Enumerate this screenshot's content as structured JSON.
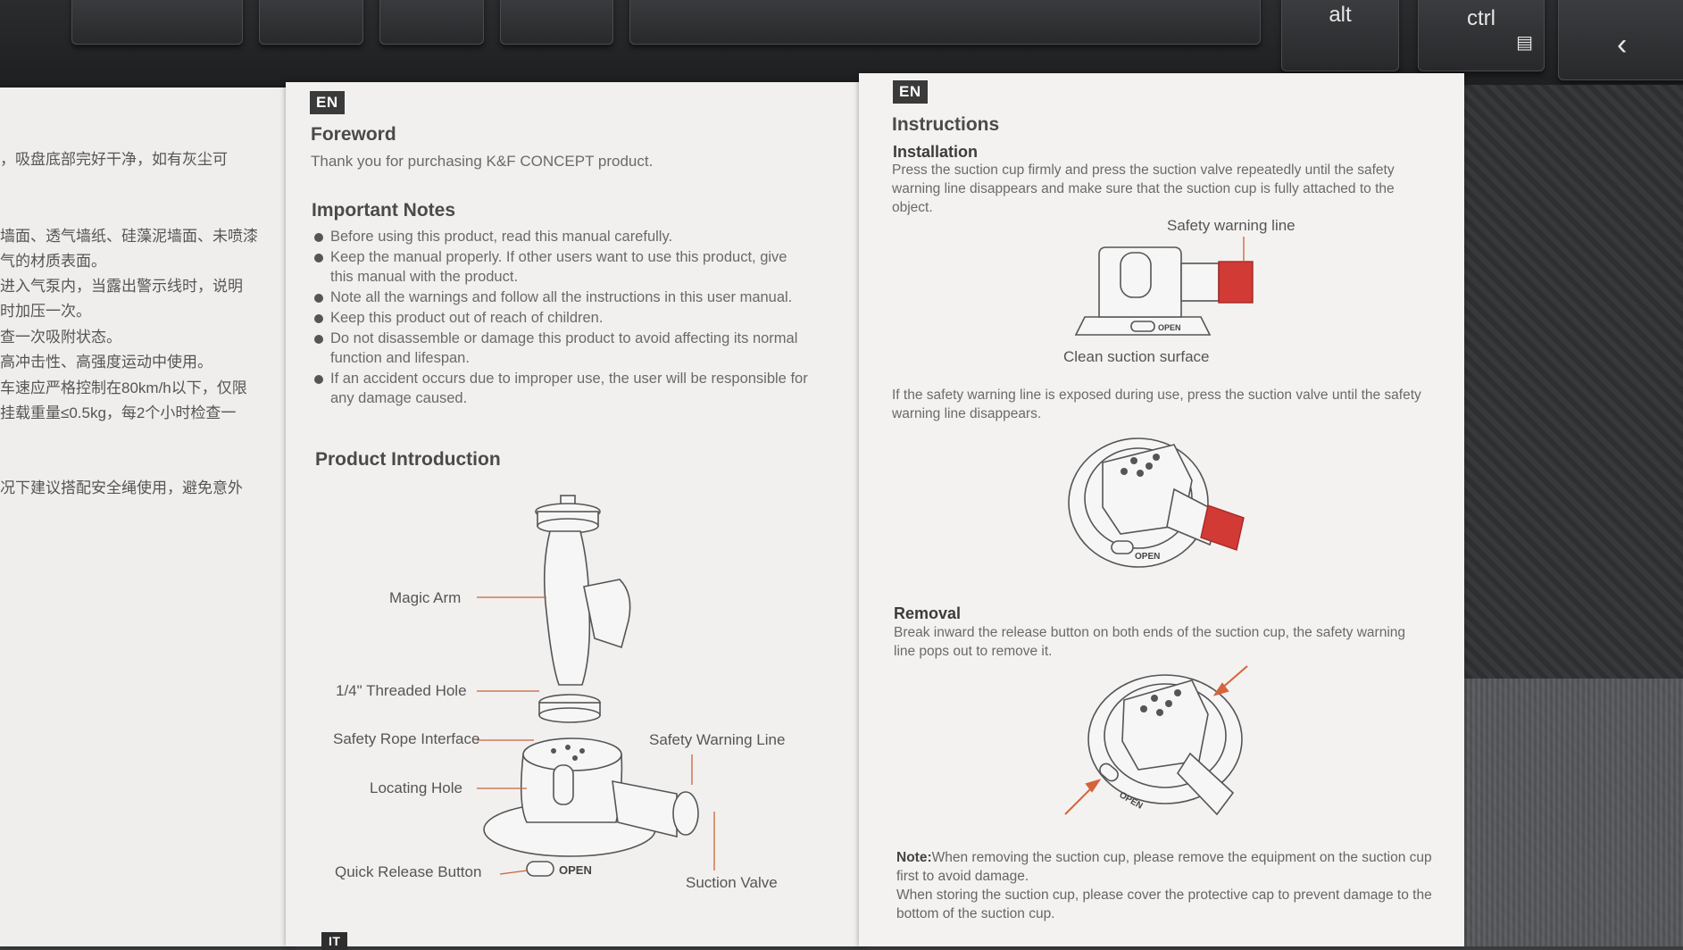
{
  "keyboard": {
    "keys": {
      "alt": "alt",
      "ctrl": "ctrl",
      "menu": "▤",
      "left": "‹"
    }
  },
  "left_panel": {
    "chinese_lines": [
      "，吸盘底部完好干净，如有灰尘可",
      "墙面、透气墙纸、硅藻泥墙面、未喷漆",
      "气的材质表面。",
      "进入气泵内，当露出警示线时，说明",
      "时加压一次。",
      "查一次吸附状态。",
      "高冲击性、高强度运动中使用。",
      "车速应严格控制在80km/h以下，仅限",
      "挂载重量≤0.5kg，每2个小时检查一",
      "况下建议搭配安全绳使用，避免意外"
    ]
  },
  "middle_panel": {
    "badge": "EN",
    "foreword_title": "Foreword",
    "foreword_text": "Thank you for purchasing K&F CONCEPT product.",
    "notes_title": "Important Notes",
    "notes": [
      "Before using this product, read this manual carefully.",
      "Keep the manual properly. If other users want to use this product, give this manual with the product.",
      "Note all the warnings and follow all the instructions in this user manual.",
      "Keep this product out of reach of children.",
      "Do not disassemble or damage this product to avoid affecting its normal function and lifespan.",
      "If an accident occurs due to improper use, the user will be responsible for any damage caused."
    ],
    "intro_title": "Product Introduction",
    "labels": {
      "magic_arm": "Magic Arm",
      "threaded_hole": "1/4\" Threaded Hole",
      "rope_interface": "Safety Rope Interface",
      "locating_hole": "Locating Hole",
      "quick_release": "Quick Release Button",
      "warning_line": "Safety Warning Line",
      "suction_valve": "Suction Valve",
      "open": "OPEN"
    },
    "bottom_badge": "IT"
  },
  "right_panel": {
    "badge": "EN",
    "title": "Instructions",
    "installation_title": "Installation",
    "installation_text": "Press the suction cup firmly and press the suction valve repeatedly until the safety warning  line disappears and make sure that the suction cup is fully attached to the object.",
    "safety_line_label": "Safety warning line",
    "clean_surface_label": "Clean suction surface",
    "exposed_text": "If the safety warning line is exposed during use, press the suction valve until the safety warning line disappears.",
    "removal_title": "Removal",
    "removal_text": "Break inward the release button on both ends of the suction cup, the safety warning line pops out to remove it.",
    "note_label": "Note:",
    "note_text_1": "When removing the suction cup, please remove the equipment on the suction cup first to avoid damage.",
    "note_text_2": "When storing the suction cup, please cover the protective cap to prevent damage to the bottom of the suction cup.",
    "open": "OPEN"
  },
  "colors": {
    "warning_red": "#d23a36",
    "paper": "#f1f0ee",
    "badge": "#3a3a3a"
  }
}
